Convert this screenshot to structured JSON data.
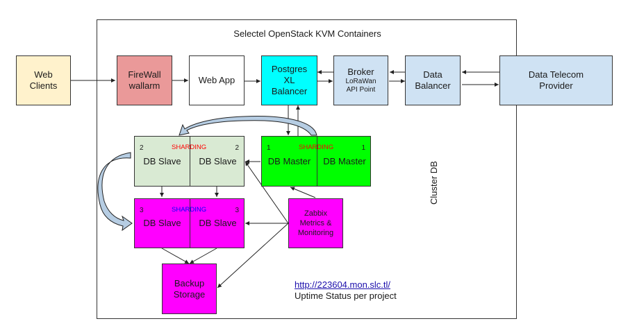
{
  "container": {
    "title": "Selectel OpenStack KVM Containers",
    "side_label": "Cluster DB"
  },
  "nodes": {
    "web_clients": {
      "lines": [
        "Web",
        "Clients"
      ],
      "color": "#fff2cc"
    },
    "firewall": {
      "lines": [
        "FireWall",
        "wallarm"
      ],
      "color": "#ea9999"
    },
    "web_app": {
      "label": "Web App",
      "color": "#ffffff"
    },
    "postgres": {
      "lines": [
        "Postgres",
        "XL",
        "Balancer"
      ],
      "color": "#00ffff"
    },
    "broker": {
      "title": "Broker",
      "sub1": "LoRaWan",
      "sub2": "API Point",
      "color": "#cfe2f3"
    },
    "data_balancer": {
      "lines": [
        "Data",
        "Balancer"
      ],
      "color": "#cfe2f3"
    },
    "telecom": {
      "lines": [
        "Data Telecom",
        "Provider"
      ],
      "color": "#cfe2f3"
    },
    "slave_group_2": {
      "color": "#d9ead3",
      "sharding": "SHARDING",
      "sharding_color": "#ff0000",
      "number": "2",
      "left": "DB Slave",
      "right": "DB Slave"
    },
    "master_group_1": {
      "color": "#00ff00",
      "sharding": "SHARDING",
      "sharding_color": "#ff0000",
      "number": "1",
      "left": "DB Master",
      "right": "DB Master"
    },
    "slave_group_3": {
      "color": "#ff00ff",
      "sharding": "SHARDING",
      "sharding_color": "#0000ff",
      "number": "3",
      "left": "DB Slave",
      "right": "DB Slave"
    },
    "zabbix": {
      "lines": [
        "Zabbix",
        "Metrics &",
        "Monitoring"
      ],
      "color": "#ff00ff"
    },
    "backup": {
      "lines": [
        "Backup",
        "Storage"
      ],
      "color": "#ff00ff"
    }
  },
  "footer": {
    "link": "http://223604.mon.slc.tl/",
    "status": "Uptime Status per project"
  }
}
